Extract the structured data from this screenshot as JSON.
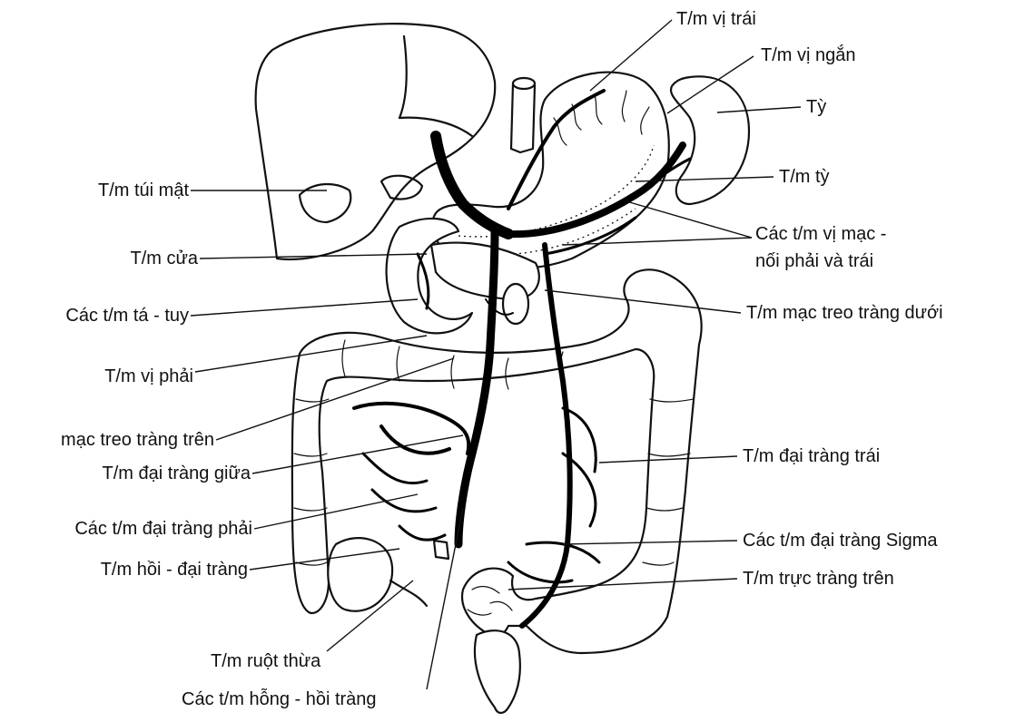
{
  "labels": {
    "vi_trai": "T/m vị trái",
    "vi_ngan": "T/m vị ngắn",
    "ty": "Tỳ",
    "tm_ty": "T/m tỳ",
    "vi_mac_1": "Các t/m vị mạc -",
    "vi_mac_2": "nối phải và trái",
    "mac_treo_duoi": "T/m mạc treo tràng dưới",
    "dai_trang_trai": "T/m đại tràng trái",
    "sigma": "Các t/m đại tràng Sigma",
    "truc_trang": "T/m trực tràng trên",
    "tui_mat": "T/m túi mật",
    "cua": "T/m cửa",
    "ta_tuy": "Các t/m tá - tuy",
    "vi_phai": "T/m vị phải",
    "mac_treo_tren": "mạc treo tràng trên",
    "dai_trang_giua": "T/m đại tràng giữa",
    "dai_trang_phai": "Các t/m đại tràng phải",
    "hoi_dai_trang": "T/m hồi - đại tràng",
    "ruot_thua": "T/m ruột thừa",
    "hong_hoi": "Các t/m hỗng - hồi tràng"
  }
}
